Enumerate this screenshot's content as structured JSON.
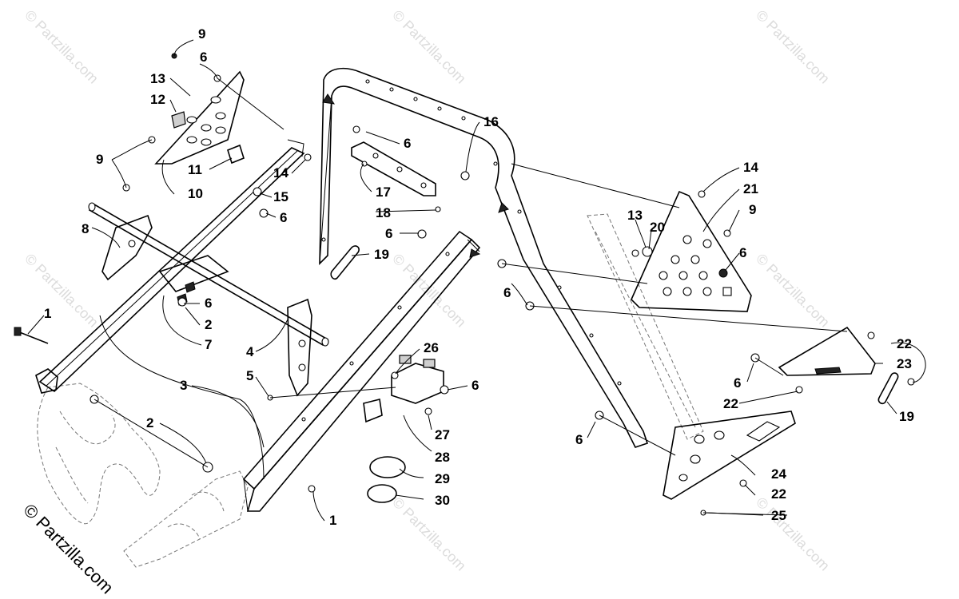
{
  "watermark": {
    "text": "© Partzilla.com",
    "corner_text": "© Partzilla.com"
  },
  "callouts": [
    {
      "id": "c9a",
      "label": "9"
    },
    {
      "id": "c6a",
      "label": "6"
    },
    {
      "id": "c13a",
      "label": "13"
    },
    {
      "id": "c12",
      "label": "12"
    },
    {
      "id": "c9b",
      "label": "9"
    },
    {
      "id": "c11",
      "label": "11"
    },
    {
      "id": "c10",
      "label": "10"
    },
    {
      "id": "c14a",
      "label": "14"
    },
    {
      "id": "c15",
      "label": "15"
    },
    {
      "id": "c6b",
      "label": "6"
    },
    {
      "id": "c8",
      "label": "8"
    },
    {
      "id": "c6c",
      "label": "6"
    },
    {
      "id": "c2a",
      "label": "2"
    },
    {
      "id": "c7",
      "label": "7"
    },
    {
      "id": "c1a",
      "label": "1"
    },
    {
      "id": "c3",
      "label": "3"
    },
    {
      "id": "c2b",
      "label": "2"
    },
    {
      "id": "c4",
      "label": "4"
    },
    {
      "id": "c5",
      "label": "5"
    },
    {
      "id": "c1b",
      "label": "1"
    },
    {
      "id": "c16",
      "label": "16"
    },
    {
      "id": "c6d",
      "label": "6"
    },
    {
      "id": "c17",
      "label": "17"
    },
    {
      "id": "c18",
      "label": "18"
    },
    {
      "id": "c6e",
      "label": "6"
    },
    {
      "id": "c19a",
      "label": "19"
    },
    {
      "id": "c26",
      "label": "26"
    },
    {
      "id": "c6f",
      "label": "6"
    },
    {
      "id": "c27",
      "label": "27"
    },
    {
      "id": "c28",
      "label": "28"
    },
    {
      "id": "c29",
      "label": "29"
    },
    {
      "id": "c30",
      "label": "30"
    },
    {
      "id": "c6g",
      "label": "6"
    },
    {
      "id": "c14b",
      "label": "14"
    },
    {
      "id": "c21",
      "label": "21"
    },
    {
      "id": "c9c",
      "label": "9"
    },
    {
      "id": "c13b",
      "label": "13"
    },
    {
      "id": "c20",
      "label": "20"
    },
    {
      "id": "c6h",
      "label": "6"
    },
    {
      "id": "c6i",
      "label": "6"
    },
    {
      "id": "c22a",
      "label": "22"
    },
    {
      "id": "c23",
      "label": "23"
    },
    {
      "id": "c6j",
      "label": "6"
    },
    {
      "id": "c22b",
      "label": "22"
    },
    {
      "id": "c19b",
      "label": "19"
    },
    {
      "id": "c24",
      "label": "24"
    },
    {
      "id": "c22c",
      "label": "22"
    },
    {
      "id": "c25",
      "label": "25"
    }
  ]
}
